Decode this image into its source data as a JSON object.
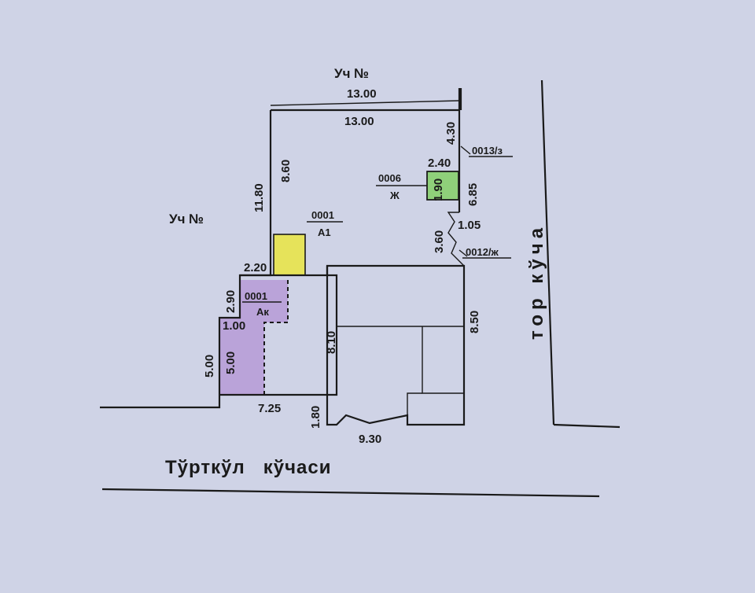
{
  "neighbors": {
    "top": "Уч №",
    "left": "Уч №"
  },
  "streets": {
    "main": "Тўрткўл   кўчаси",
    "side": "тор кўча"
  },
  "dimensions": {
    "top_outer": "13.00",
    "top_inner": "13.00",
    "left_outer": "11.80",
    "left_inner": "8.60",
    "right_top": "4.30",
    "right_mid": "6.85",
    "right_gap": "1.05",
    "right_lower": "3.60",
    "setback_width": "2.20",
    "annex_height": "2.90",
    "annex_step": "1.00",
    "annex_left_outer": "5.00",
    "annex_left_inner": "5.00",
    "front_width": "7.25",
    "main_block_height": "8.10",
    "right_block_height": "8.50",
    "entry_depth": "1.80",
    "right_front_width": "9.30",
    "shed_width": "2.40",
    "shed_height": "1.90"
  },
  "plots": {
    "garage": {
      "number": "0001",
      "code": "А1",
      "color": "#e6e35a"
    },
    "annex": {
      "number": "0001",
      "code": "Ак",
      "color": "#b69ad6"
    },
    "shed": {
      "number": "0006",
      "code": "Ж",
      "color": "#8fd07a"
    },
    "ref_top": "0013/з",
    "ref_mid": "0012/ж"
  }
}
